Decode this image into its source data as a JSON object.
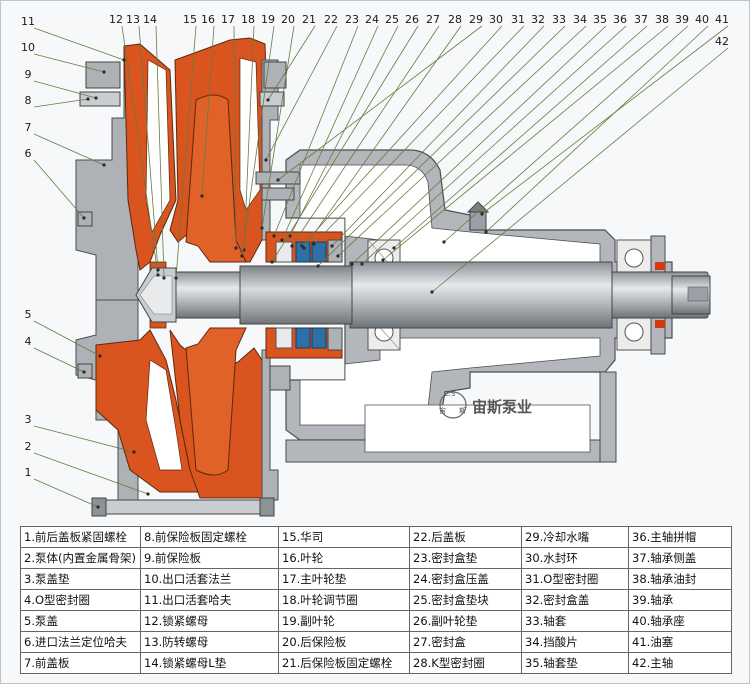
{
  "diagram": {
    "callout_numbers": [
      "1",
      "2",
      "3",
      "4",
      "5",
      "6",
      "7",
      "8",
      "9",
      "10",
      "11",
      "12",
      "13",
      "14",
      "15",
      "16",
      "17",
      "18",
      "19",
      "20",
      "21",
      "22",
      "23",
      "24",
      "25",
      "26",
      "27",
      "28",
      "29",
      "30",
      "31",
      "32",
      "33",
      "34",
      "35",
      "36",
      "37",
      "38",
      "39",
      "40",
      "41",
      "42"
    ],
    "logo": {
      "text": "宙斯泵业",
      "emblem_top": "Z.S",
      "emblem_left": "宙",
      "emblem_right": "斯"
    }
  },
  "legend": {
    "columns": [
      [
        "1.前后盖板紧固螺栓",
        "2.泵体(内置金属骨架)",
        "3.泵盖垫",
        "4.O型密封圈",
        "5.泵盖",
        "6.进口法兰定位哈夫",
        "7.前盖板"
      ],
      [
        "8.前保险板固定螺栓",
        "9.前保险板",
        "10.出口活套法兰",
        "11.出口活套哈夫",
        "12.锁紧螺母",
        "13.防转螺母",
        "14.锁紧螺母L垫"
      ],
      [
        "15.华司",
        "16.叶轮",
        "17.主叶轮垫",
        "18.叶轮调节圈",
        "19.副叶轮",
        "20.后保险板",
        "21.后保险板固定螺栓"
      ],
      [
        "22.后盖板",
        "23.密封盒垫",
        "24.密封盒压盖",
        "25.密封盒垫块",
        "26.副叶轮垫",
        "27.密封盒",
        "28.K型密封圈"
      ],
      [
        "29.冷却水嘴",
        "30.水封环",
        "31.O型密封圈",
        "32.密封盒盖",
        "33.轴套",
        "34.挡酸片",
        "35.轴套垫"
      ],
      [
        "36.主轴拼帽",
        "37.轴承侧盖",
        "38.轴承油封",
        "39.轴承",
        "40.轴承座",
        "41.油塞",
        "42.主轴"
      ]
    ]
  }
}
